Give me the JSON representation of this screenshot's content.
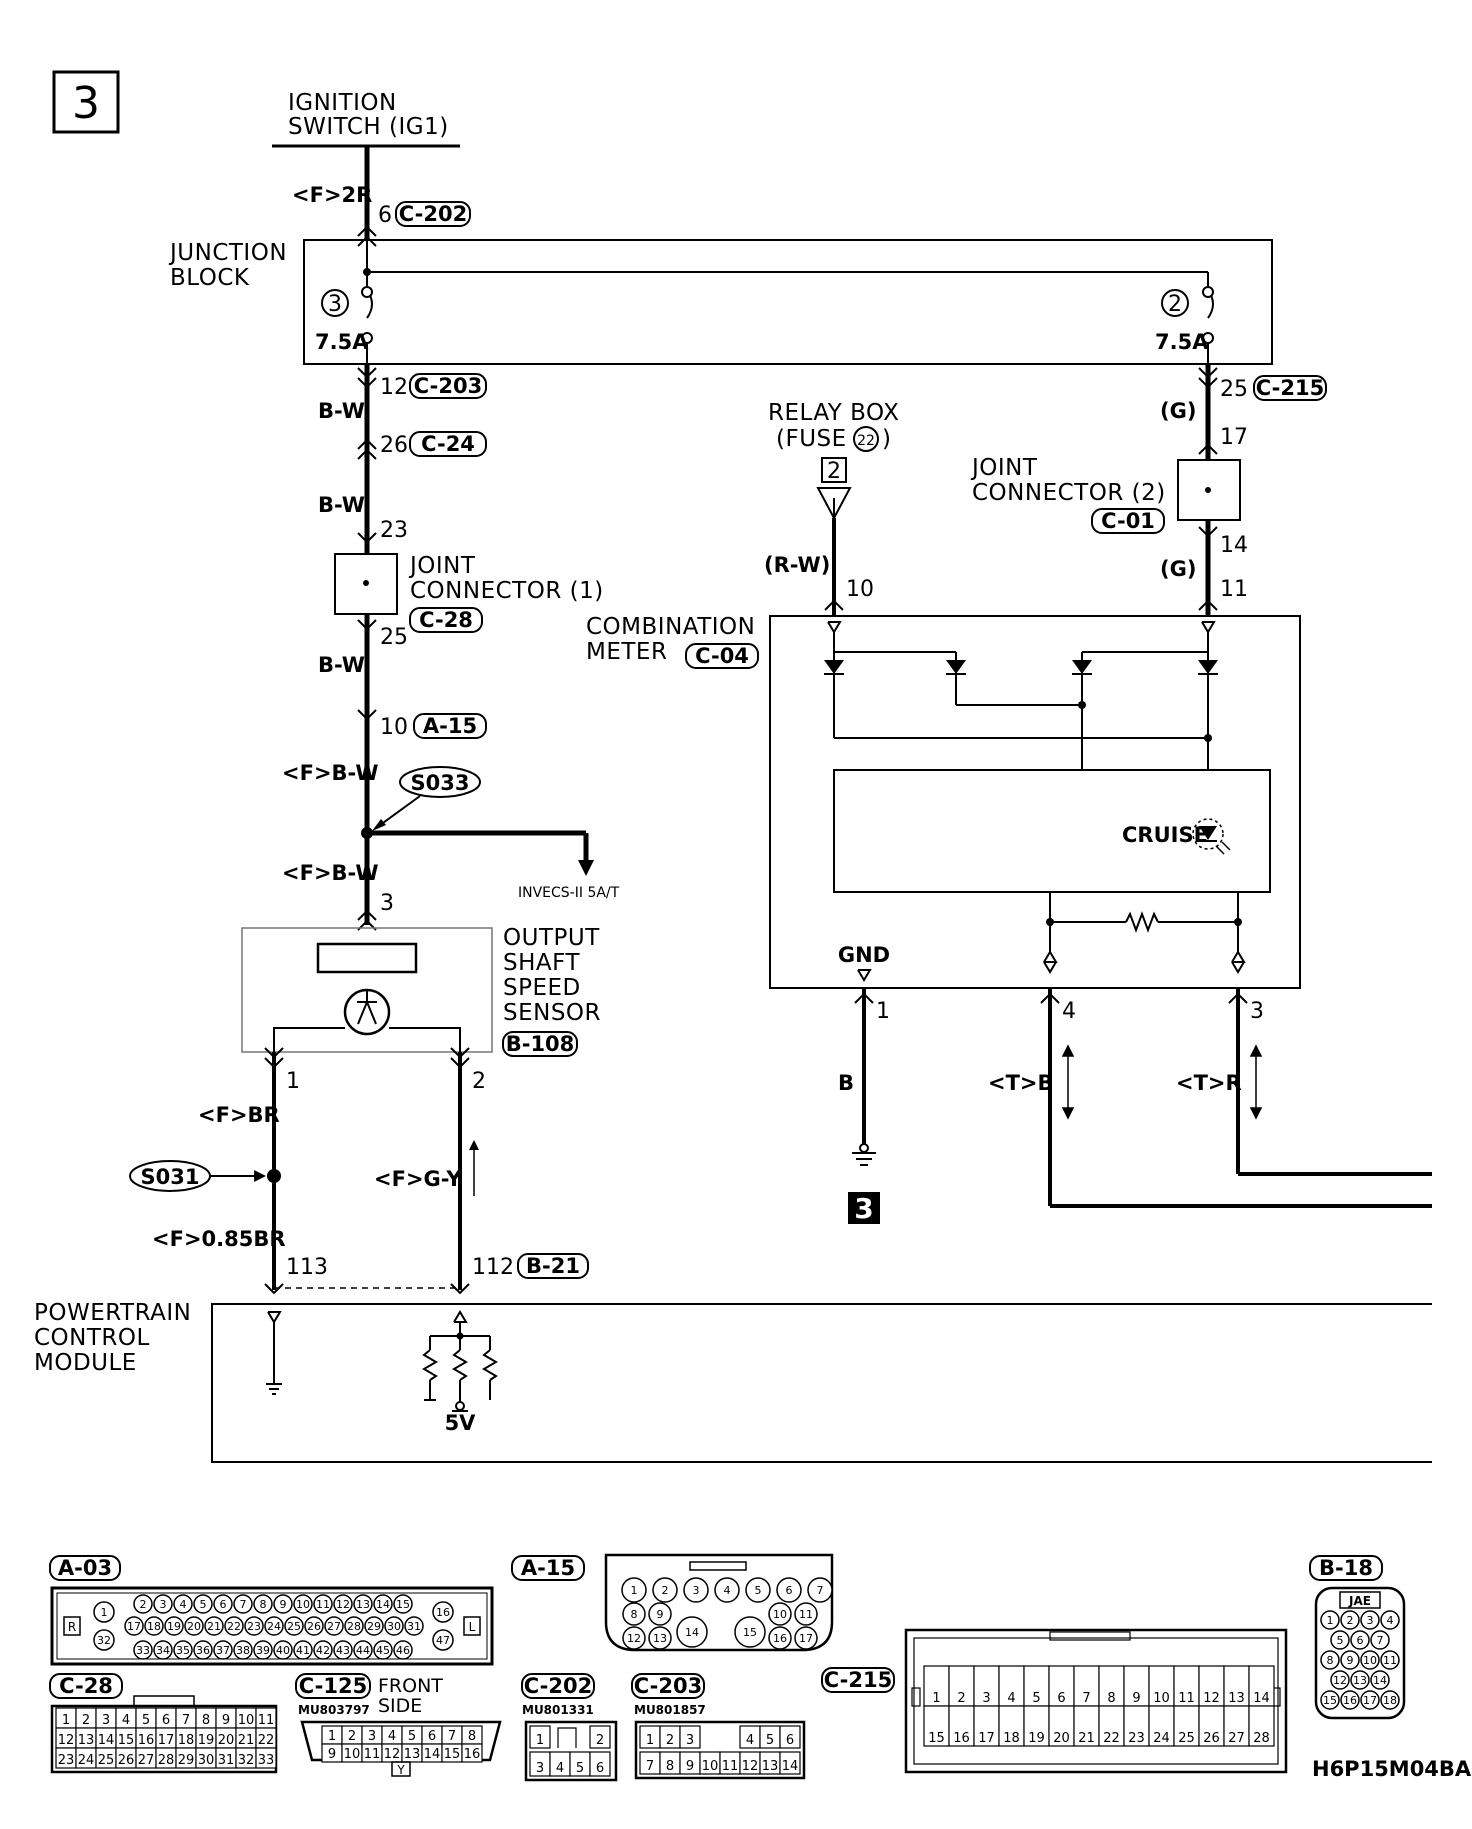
{
  "page_number": "3",
  "figure_code": "H6P15M04BA",
  "ignition": {
    "line1": "IGNITION",
    "line2": "SWITCH (IG1)"
  },
  "junction_block": {
    "line1": "JUNCTION",
    "line2": "BLOCK",
    "fuse_left": "3",
    "fuse_right": "2",
    "fuse_left_rating": "7.5A",
    "fuse_right_rating": "7.5A"
  },
  "wire_labels": {
    "w_2r": "<F>2R",
    "w_bw1": "B-W",
    "w_bw2": "B-W",
    "w_bw3": "B-W",
    "w_fbw1": "<F>B-W",
    "w_fbw2": "<F>B-W",
    "w_g1": "(G)",
    "w_g2": "(G)",
    "w_rw": "(R-W)",
    "w_fbr": "<F>BR",
    "w_fgy": "<F>G-Y",
    "w_f085br": "<F>0.85BR",
    "w_b": "B",
    "w_tb": "<T>B",
    "w_tr": "<T>R"
  },
  "pins": {
    "p6": "6",
    "p12": "12",
    "p26": "26",
    "p23": "23",
    "p25a": "25",
    "p10a": "10",
    "p3a": "3",
    "p25b": "25",
    "p17": "17",
    "p14": "14",
    "p11": "11",
    "p10b": "10",
    "p1a": "1",
    "p2a": "2",
    "p113": "113",
    "p112": "112",
    "p1b": "1",
    "p4": "4",
    "p3b": "3"
  },
  "connector_tags": {
    "c202": "C-202",
    "c203": "C-203",
    "c24": "C-24",
    "c28": "C-28",
    "a15": "A-15",
    "c215": "C-215",
    "c01": "C-01",
    "c04": "C-04",
    "b108": "B-108",
    "b21": "B-21"
  },
  "splices": {
    "s033": "S033",
    "s031": "S031"
  },
  "invecs": "INVECS-II 5A/T",
  "joint_connector_1": {
    "line1": "JOINT",
    "line2": "CONNECTOR (1)"
  },
  "joint_connector_2": {
    "line1": "JOINT",
    "line2": "CONNECTOR (2)"
  },
  "relay_box": {
    "line1": "RELAY BOX",
    "line2_pre": "(FUSE",
    "fuse_no": "22",
    "line2_post": ")",
    "box_no": "2"
  },
  "combination_meter": {
    "line1": "COMBINATION",
    "line2": "METER",
    "cruise": "CRUISE",
    "gnd": "GND"
  },
  "sensor": {
    "line1": "OUTPUT",
    "line2": "SHAFT",
    "line3": "SPEED",
    "line4": "SENSOR"
  },
  "ground_ref": "3",
  "pcm": {
    "line1": "POWERTRAIN",
    "line2": "CONTROL",
    "line3": "MODULE",
    "voltage": "5V"
  },
  "connector_views": {
    "a03": {
      "tag": "A-03",
      "left_mark": "R",
      "right_mark": "L",
      "row1": [
        "2",
        "3",
        "4",
        "5",
        "6",
        "7",
        "8",
        "9",
        "10",
        "11",
        "12",
        "13",
        "14",
        "15"
      ],
      "row2": [
        "17",
        "18",
        "19",
        "20",
        "21",
        "22",
        "23",
        "24",
        "25",
        "26",
        "27",
        "28",
        "29",
        "30",
        "31"
      ],
      "row3": [
        "33",
        "34",
        "35",
        "36",
        "37",
        "38",
        "39",
        "40",
        "41",
        "42",
        "43",
        "44",
        "45",
        "46"
      ],
      "left_pins": [
        "1",
        "32"
      ],
      "right_pins": [
        "16",
        "47"
      ]
    },
    "a15": {
      "tag": "A-15",
      "row1": [
        "1",
        "2",
        "3",
        "4",
        "5",
        "6",
        "7"
      ],
      "row2": [
        "8",
        "9",
        "10",
        "11"
      ],
      "row3": [
        "12",
        "13",
        "14",
        "15",
        "16",
        "17"
      ]
    },
    "b18": {
      "tag": "B-18",
      "mark": "JAE",
      "rows": [
        [
          "1",
          "2",
          "3",
          "4"
        ],
        [
          "5",
          "6",
          "7"
        ],
        [
          "8",
          "9",
          "10",
          "11"
        ],
        [
          "12",
          "13",
          "14"
        ],
        [
          "15",
          "16",
          "17",
          "18"
        ]
      ]
    },
    "c28": {
      "tag": "C-28",
      "rows": [
        [
          "1",
          "2",
          "3",
          "4",
          "5",
          "6",
          "7",
          "8",
          "9",
          "10",
          "11"
        ],
        [
          "12",
          "13",
          "14",
          "15",
          "16",
          "17",
          "18",
          "19",
          "20",
          "21",
          "22"
        ],
        [
          "23",
          "24",
          "25",
          "26",
          "27",
          "28",
          "29",
          "30",
          "31",
          "32",
          "33"
        ]
      ]
    },
    "c125": {
      "tag": "C-125",
      "note1": "FRONT",
      "note2": "SIDE",
      "part": "MU803797",
      "key": "Y",
      "rows": [
        [
          "1",
          "2",
          "3",
          "4",
          "5",
          "6",
          "7",
          "8"
        ],
        [
          "9",
          "10",
          "11",
          "12",
          "13",
          "14",
          "15",
          "16"
        ]
      ]
    },
    "c202": {
      "tag": "C-202",
      "part": "MU801331",
      "rows": [
        [
          "1",
          "",
          "2"
        ],
        [
          "3",
          "4",
          "5",
          "6"
        ]
      ]
    },
    "c203": {
      "tag": "C-203",
      "part": "MU801857",
      "rows": [
        [
          "1",
          "2",
          "3",
          "",
          "4",
          "5",
          "6"
        ],
        [
          "7",
          "8",
          "9",
          "10",
          "11",
          "12",
          "13",
          "14"
        ]
      ]
    },
    "c215": {
      "tag": "C-215",
      "rows": [
        [
          "1",
          "2",
          "3",
          "4",
          "5",
          "6",
          "7",
          "8",
          "9",
          "10",
          "11",
          "12",
          "13",
          "14"
        ],
        [
          "15",
          "16",
          "17",
          "18",
          "19",
          "20",
          "21",
          "22",
          "23",
          "24",
          "25",
          "26",
          "27",
          "28"
        ]
      ]
    }
  }
}
